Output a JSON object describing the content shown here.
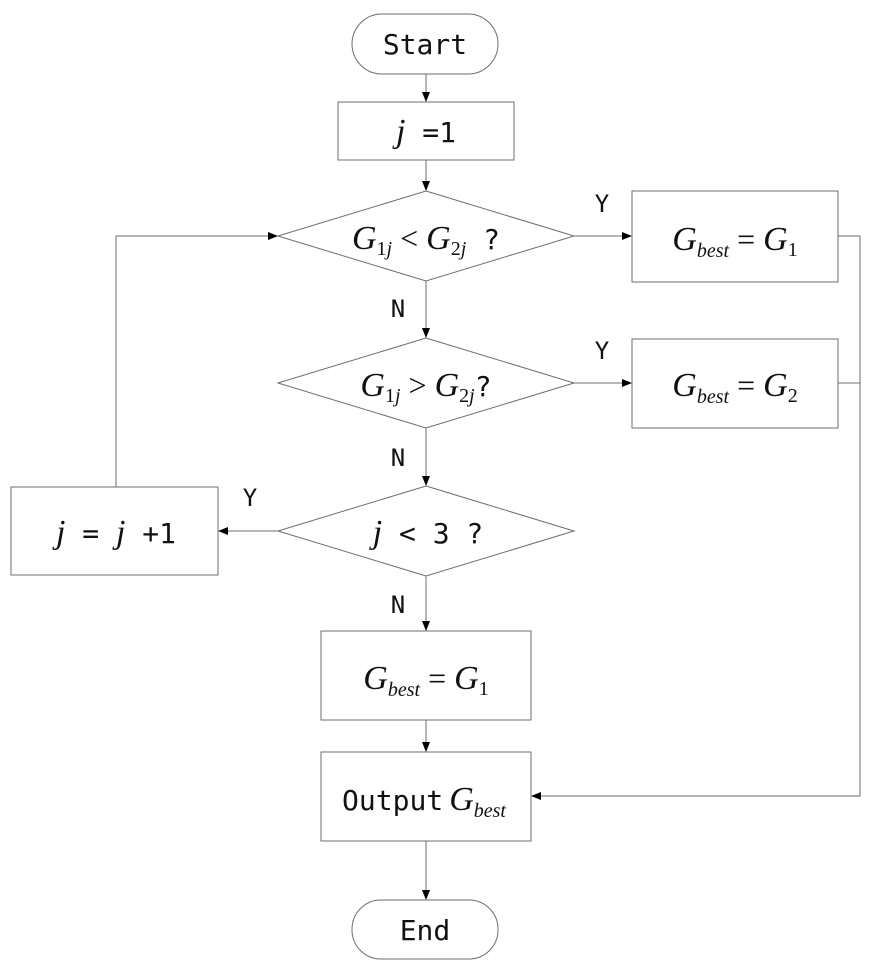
{
  "nodes": {
    "start": {
      "label": "Start"
    },
    "init": {
      "var": "j",
      "rest": " =1"
    },
    "cond1": {
      "a": "G",
      "a_sub": "1",
      "a_sub_var": "j",
      "op": " < ",
      "b": "G",
      "b_sub": "2",
      "b_sub_var": "j",
      "q": " ?"
    },
    "set1": {
      "lhs": "G",
      "lhs_sub": "best",
      "op": " = ",
      "rhs": "G",
      "rhs_sub": "1"
    },
    "cond2": {
      "a": "G",
      "a_sub": "1",
      "a_sub_var": "j",
      "op": " > ",
      "b": "G",
      "b_sub": "2",
      "b_sub_var": "j",
      "q": "?"
    },
    "set2": {
      "lhs": "G",
      "lhs_sub": "best",
      "op": " = ",
      "rhs": "G",
      "rhs_sub": "2"
    },
    "cond3": {
      "var": "j",
      "rest": " < 3 ?"
    },
    "incr": {
      "var1": "j",
      "eq": " = ",
      "var2": "j",
      "rest": " +1"
    },
    "set3": {
      "lhs": "G",
      "lhs_sub": "best",
      "op": " = ",
      "rhs": "G",
      "rhs_sub": "1"
    },
    "output": {
      "label": "Output",
      "var": "G",
      "var_sub": "best"
    },
    "end": {
      "label": "End"
    }
  },
  "edge_labels": {
    "cond1_yes": "Y",
    "cond1_no": "N",
    "cond2_yes": "Y",
    "cond2_no": "N",
    "cond3_yes": "Y",
    "cond3_no": "N"
  },
  "colors": {
    "line": "#6e6e6e",
    "text": "#111111",
    "background": "#ffffff"
  }
}
